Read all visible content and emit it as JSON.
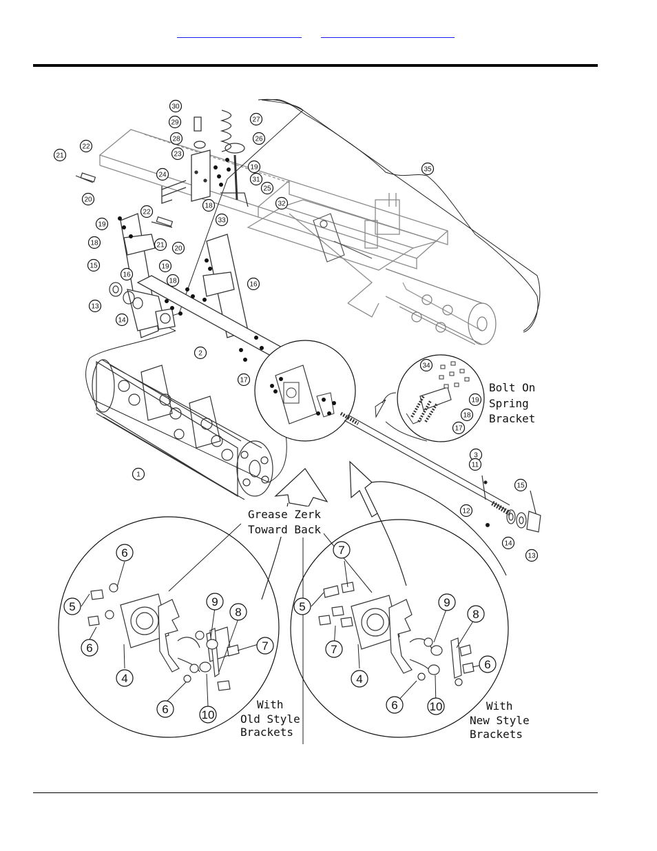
{
  "header": {
    "links": [
      {
        "name": "header-link-1",
        "text": ""
      },
      {
        "name": "header-link-2",
        "text": ""
      }
    ]
  },
  "diagram": {
    "captions": {
      "bolt_on": [
        "Bolt On",
        "Spring",
        "Bracket"
      ],
      "grease": [
        "Grease Zerk",
        "Toward Back"
      ],
      "old_style": [
        "With",
        "Old Style",
        "Brackets"
      ],
      "new_style": [
        "With",
        "New Style",
        "Brackets"
      ]
    },
    "callouts_small": [
      {
        "label": "30"
      },
      {
        "label": "29"
      },
      {
        "label": "28"
      },
      {
        "label": "27"
      },
      {
        "label": "26"
      },
      {
        "label": "23"
      },
      {
        "label": "22"
      },
      {
        "label": "21"
      },
      {
        "label": "19"
      },
      {
        "label": "31"
      },
      {
        "label": "24"
      },
      {
        "label": "25"
      },
      {
        "label": "20"
      },
      {
        "label": "18"
      },
      {
        "label": "32"
      },
      {
        "label": "33"
      },
      {
        "label": "35"
      },
      {
        "label": "22"
      },
      {
        "label": "19"
      },
      {
        "label": "21"
      },
      {
        "label": "18"
      },
      {
        "label": "20"
      },
      {
        "label": "15"
      },
      {
        "label": "16"
      },
      {
        "label": "19"
      },
      {
        "label": "18"
      },
      {
        "label": "16"
      },
      {
        "label": "13"
      },
      {
        "label": "14"
      },
      {
        "label": "2"
      },
      {
        "label": "17"
      },
      {
        "label": "34"
      },
      {
        "label": "19"
      },
      {
        "label": "18"
      },
      {
        "label": "17"
      },
      {
        "label": "1"
      },
      {
        "label": "3"
      },
      {
        "label": "11"
      },
      {
        "label": "15"
      },
      {
        "label": "12"
      },
      {
        "label": "14"
      },
      {
        "label": "13"
      }
    ],
    "callouts_large": [
      {
        "label": "6"
      },
      {
        "label": "5"
      },
      {
        "label": "6"
      },
      {
        "label": "4"
      },
      {
        "label": "9"
      },
      {
        "label": "8"
      },
      {
        "label": "7"
      },
      {
        "label": "6"
      },
      {
        "label": "10"
      },
      {
        "label": "7"
      },
      {
        "label": "5"
      },
      {
        "label": "7"
      },
      {
        "label": "4"
      },
      {
        "label": "9"
      },
      {
        "label": "8"
      },
      {
        "label": "6"
      },
      {
        "label": "6"
      },
      {
        "label": "10"
      }
    ]
  }
}
